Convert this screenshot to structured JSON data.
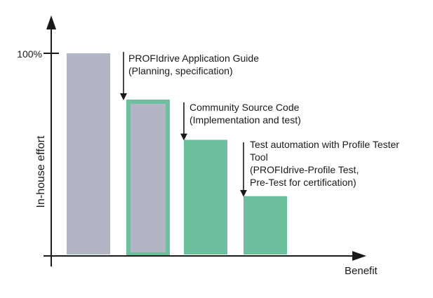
{
  "chart_data": {
    "type": "bar",
    "title": "",
    "xlabel": "Benefit",
    "ylabel": "In-house effort",
    "ylim": [
      0,
      100
    ],
    "yticks": [
      {
        "value": 100,
        "label": "100%"
      }
    ],
    "grid": false,
    "colors": {
      "gray": "#b2b6c4",
      "green": "#6dbf9e",
      "axis": "#1a1a1a"
    },
    "bars": [
      {
        "value": 100,
        "style": "gray"
      },
      {
        "value": 77,
        "style": "gray-with-green-border"
      },
      {
        "value": 57,
        "style": "green"
      },
      {
        "value": 29,
        "style": "green"
      }
    ],
    "annotations": [
      {
        "bar": 1,
        "lines": [
          "PROFIdrive Application Guide",
          "(Planning, specification)"
        ]
      },
      {
        "bar": 2,
        "lines": [
          "Community Source Code",
          "(Implementation and test)"
        ]
      },
      {
        "bar": 3,
        "lines": [
          "Test automation with Profile Tester",
          "Tool",
          "(PROFIdrive-Profile Test,",
          "Pre-Test for certification)"
        ]
      }
    ]
  }
}
